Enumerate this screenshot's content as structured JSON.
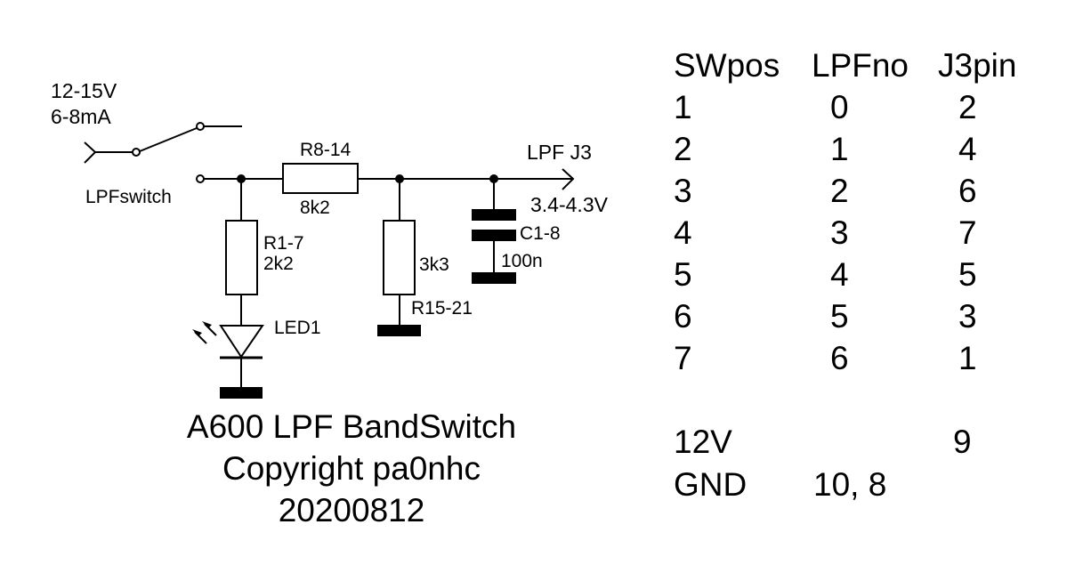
{
  "schematic": {
    "supply_voltage": "12-15V",
    "supply_current": "6-8mA",
    "switch_label": "LPFswitch",
    "series_resistor": {
      "ref": "R8-14",
      "value": "8k2"
    },
    "led_resistor": {
      "ref": "R1-7",
      "value": "2k2"
    },
    "shunt_resistor": {
      "ref": "R15-21",
      "value": "3k3"
    },
    "capacitor": {
      "ref": "C1-8",
      "value": "100n"
    },
    "led": {
      "ref": "LED1"
    },
    "output": {
      "label": "LPF J3",
      "voltage": "3.4-4.3V"
    }
  },
  "title_block": {
    "title": "A600 LPF BandSwitch",
    "copyright": "Copyright pa0nhc",
    "date": "20200812"
  },
  "table": {
    "headers": [
      "SWpos",
      "LPFno",
      "J3pin"
    ],
    "rows": [
      [
        "1",
        "0",
        "2"
      ],
      [
        "2",
        "1",
        "4"
      ],
      [
        "3",
        "2",
        "6"
      ],
      [
        "4",
        "3",
        "7"
      ],
      [
        "5",
        "4",
        "5"
      ],
      [
        "6",
        "5",
        "3"
      ],
      [
        "7",
        "6",
        "1"
      ]
    ],
    "power_rows": [
      {
        "name": "12V",
        "lpfno": "",
        "pin": "9"
      },
      {
        "name": "GND",
        "lpfno": "10, 8",
        "pin": ""
      }
    ]
  }
}
